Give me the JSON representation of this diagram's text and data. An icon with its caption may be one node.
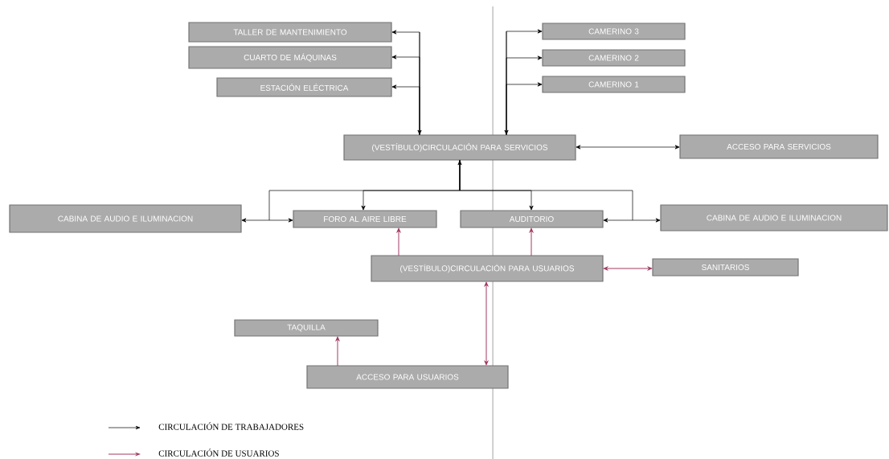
{
  "diagram": {
    "nodes": [
      {
        "text": [
          "TALLER DE MANTENIMIENTO"
        ]
      },
      {
        "text": [
          "CUARTO DE MÁQUINAS"
        ]
      },
      {
        "text": [
          "ESTACIÓN ELÉCTRICA"
        ]
      },
      {
        "text": [
          "CAMERINO 3"
        ]
      },
      {
        "text": [
          "CAMERINO 2"
        ]
      },
      {
        "text": [
          "CAMERINO 1"
        ]
      },
      {
        "text": [
          "(VESTÍBULO)CIRCULACIÓN PARA SERVICIOS"
        ]
      },
      {
        "text": [
          "ACCESO PARA SERVICIOS"
        ]
      },
      {
        "text": [
          "CABINA DE AUDIO E ILUMINACION"
        ]
      },
      {
        "text": [
          "FORO AL AIRE LIBRE"
        ]
      },
      {
        "text": [
          "AUDITORIO"
        ]
      },
      {
        "text": [
          "CABINA DE AUDIO E ILUMINACION"
        ]
      },
      {
        "text": [
          "(VESTÍBULO)CIRCULACIÓN PARA USUARIOS"
        ]
      },
      {
        "text": [
          "SANITARIOS"
        ]
      },
      {
        "text": [
          "TAQUILLA"
        ]
      },
      {
        "text": [
          "ACCESO PARA USUARIOS"
        ]
      }
    ],
    "edges": [
      {
        "from": 6,
        "to": 0,
        "arrow": "both"
      },
      {
        "from": 6,
        "to": 1,
        "arrow": "both"
      },
      {
        "from": 6,
        "to": 2,
        "arrow": "both"
      },
      {
        "from": 6,
        "to": 3,
        "arrow": "both"
      },
      {
        "from": 6,
        "to": 4,
        "arrow": "both"
      },
      {
        "from": 6,
        "to": 5,
        "arrow": "both"
      },
      {
        "from": 6,
        "to": 7,
        "arrow": "both"
      },
      {
        "from": 6,
        "to": 8,
        "arrow": "both"
      },
      {
        "from": 6,
        "to": 9,
        "arrow": "both"
      },
      {
        "from": 6,
        "to": 10,
        "arrow": "both"
      },
      {
        "from": 6,
        "to": 11,
        "arrow": "both"
      },
      {
        "from": 12,
        "to": 9,
        "arrow": "to",
        "color": "#a23a62"
      },
      {
        "from": 12,
        "to": 10,
        "arrow": "to",
        "color": "#a23a62"
      },
      {
        "from": 12,
        "to": 13,
        "arrow": "both",
        "color": "#a23a62"
      },
      {
        "from": 12,
        "to": 15,
        "arrow": "both",
        "color": "#a23a62"
      },
      {
        "from": 15,
        "to": 14,
        "arrow": "to",
        "color": "#a23a62"
      }
    ],
    "legend": [
      {
        "text": "CIRCULACIÓN DE TRABAJADORES"
      },
      {
        "text": "CIRCULACIÓN DE USUARIOS"
      }
    ]
  }
}
